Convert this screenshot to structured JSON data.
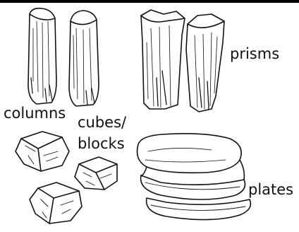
{
  "labels": {
    "prisms": "prisms",
    "columns": "columns",
    "cubes_line1": "cubes/",
    "cubes_line2": "blocks",
    "plates": "plates"
  },
  "colors": {
    "ink": "#111111",
    "paper": "#ffffff"
  }
}
